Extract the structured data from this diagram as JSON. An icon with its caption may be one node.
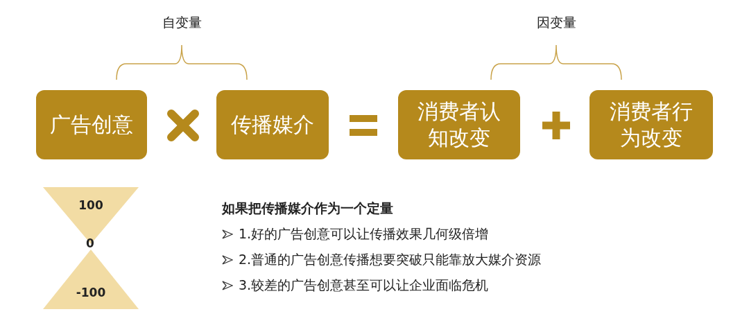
{
  "diagram": {
    "nodes": [
      {
        "text": [
          "广告创意"
        ]
      },
      {
        "text": [
          "传播媒介"
        ]
      },
      {
        "text": [
          "消费者认知改变"
        ]
      },
      {
        "text": [
          "消费者行为改变"
        ]
      },
      {
        "text": [
          "100"
        ]
      },
      {
        "text": [
          "-100"
        ]
      }
    ],
    "labels": [
      "自变量",
      "因变量",
      "0",
      "如果把传播媒介作为一个定量",
      "1.好的广告创意可以让传播效果几何级倍增",
      "2.普通的广告创意传播想要突破只能靠放大媒介资源",
      "3.较差的广告创意甚至可以让企业面临危机"
    ]
  }
}
